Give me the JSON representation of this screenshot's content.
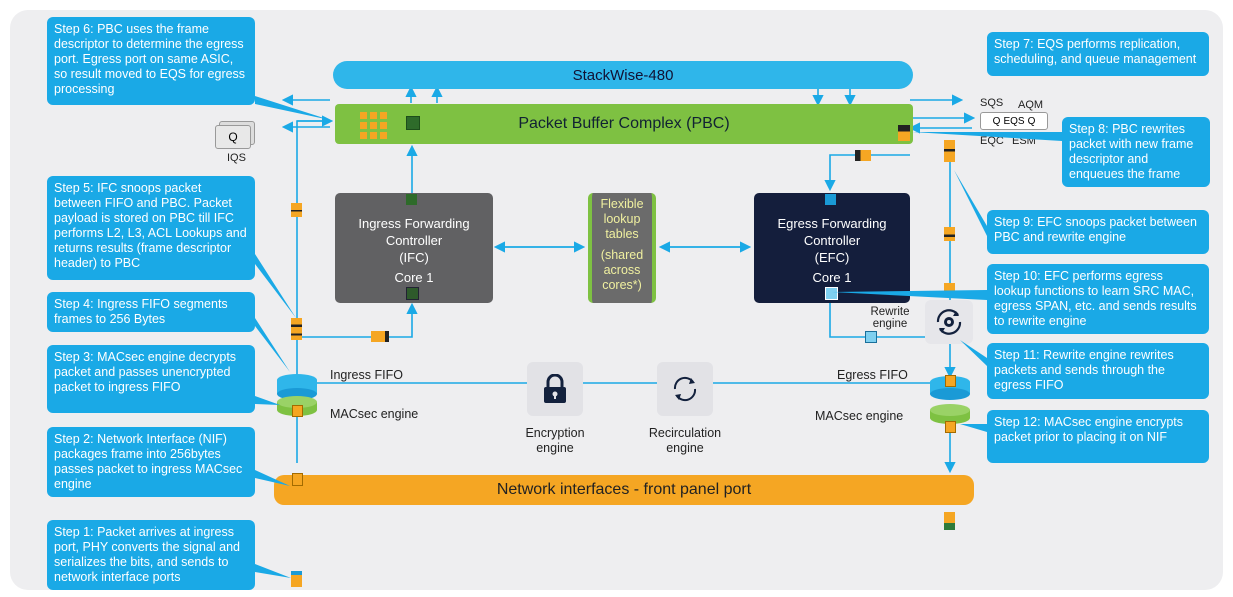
{
  "colors": {
    "callout": "#1aa9e6",
    "stackwise": "#2fb6ea",
    "pbc": "#7ec142",
    "nif": "#f5a623",
    "ifc": "#616163",
    "efc": "#141e3c",
    "lookup": "#6b6b6b",
    "flow_line": "#1aa9e6",
    "panel": "#eeeef0"
  },
  "blocks": {
    "stackwise": "StackWise-480",
    "pbc": "Packet Buffer Complex (PBC)",
    "nif": "Network interfaces - front panel port",
    "ifc": {
      "line1": "Ingress Forwarding",
      "line2": "Controller",
      "line3": "(IFC)",
      "core": "Core 1"
    },
    "efc": {
      "line1": "Egress Forwarding",
      "line2": "Controller",
      "line3": "(EFC)",
      "core": "Core 1"
    },
    "lookup": {
      "line1": "Flexible",
      "line2": "lookup",
      "line3": "tables",
      "line4": "(shared",
      "line5": "across",
      "line6": "cores*)"
    }
  },
  "labels": {
    "iqs": "IQS",
    "iqs_q": "Q",
    "ingress_fifo": "Ingress FIFO",
    "egress_fifo": "Egress FIFO",
    "macsec_left": "MACsec engine",
    "macsec_right": "MACsec engine",
    "encryption": {
      "line1": "Encryption",
      "line2": "engine"
    },
    "recirculation": {
      "line1": "Recirculation",
      "line2": "engine"
    },
    "rewrite": {
      "line1": "Rewrite",
      "line2": "engine"
    },
    "eqs": {
      "sqs": "SQS",
      "aqm": "AQM",
      "q_left": "Q",
      "eqs": "EQS",
      "q_right": "Q",
      "eqc": "EQC",
      "esm": "ESM"
    }
  },
  "steps": {
    "s1": "Step 1: Packet arrives at ingress port, PHY converts the signal and serializes the bits, and sends to network interface ports",
    "s2": "Step 2: Network Interface (NIF) packages frame into 256bytes passes packet to ingress MACsec engine",
    "s3": "Step 3: MACsec engine decrypts packet and passes unencrypted packet to ingress FIFO",
    "s4": "Step 4: Ingress FIFO segments frames to 256 Bytes",
    "s5": "Step 5: IFC snoops packet between FIFO and PBC. Packet payload is stored on PBC till IFC performs L2, L3, ACL Lookups and returns results (frame descriptor header) to PBC",
    "s6": "Step 6: PBC uses the frame descriptor to determine the egress port. Egress port on same ASIC, so result moved to EQS for egress processing",
    "s7": "Step 7: EQS performs replication, scheduling, and queue management",
    "s8": "Step 8: PBC rewrites packet with new frame descriptor and enqueues the frame",
    "s9": "Step 9: EFC snoops packet between PBC and rewrite engine",
    "s10": "Step 10: EFC performs egress lookup functions to learn SRC MAC, egress SPAN, etc. and sends results to rewrite engine",
    "s11": "Step 11: Rewrite engine rewrites packets and sends through the egress FIFO",
    "s12": "Step 12: MACsec engine encrypts packet prior to placing it on NIF"
  }
}
